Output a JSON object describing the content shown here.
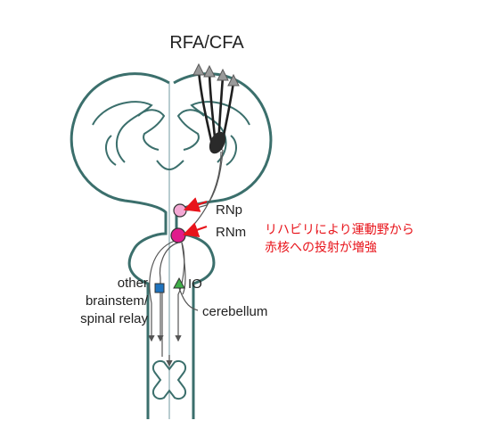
{
  "title": "RFA/CFA",
  "nuclei": {
    "rnp": "RNp",
    "rnm": "RNm",
    "io": "IO"
  },
  "labels": {
    "other_line1": "other",
    "other_line2": "brainstem/",
    "other_line3": "spinal relay",
    "cerebellum": "cerebellum"
  },
  "annotation": {
    "line1": "リハビリにより運動野から",
    "line2": "赤核への投射が増強"
  },
  "colors": {
    "outline": "#3b6f6c",
    "rnp_fill": "#f4a8d4",
    "rnm_fill": "#e01c8c",
    "io_fill": "#3fae49",
    "relay_fill": "#1e73be",
    "arrow": "#e8141b",
    "tract": "#1f1f1f"
  }
}
